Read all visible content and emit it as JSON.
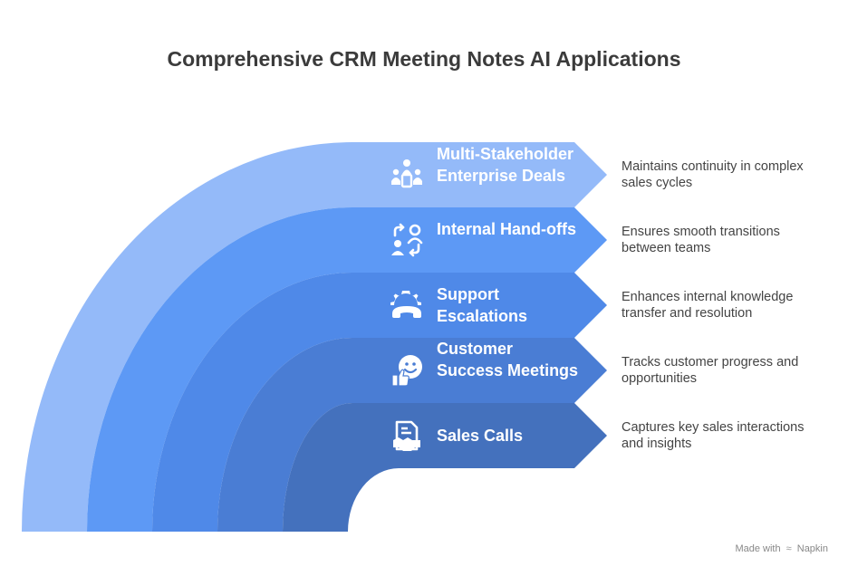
{
  "title": "Comprehensive CRM Meeting Notes AI Applications",
  "layers": [
    {
      "label": "Multi-Stakeholder Enterprise Deals",
      "description": "Maintains continuity in complex sales cycles",
      "icon": "meeting-group-icon",
      "color": "#94baf9"
    },
    {
      "label": "Internal Hand-offs",
      "description": "Ensures smooth transitions between teams",
      "icon": "handoff-users-icon",
      "color": "#5d99f5"
    },
    {
      "label": "Support Escalations",
      "description": "Enhances internal knowledge transfer and resolution",
      "icon": "support-gear-phone-icon",
      "color": "#4f89e8"
    },
    {
      "label": "Customer Success Meetings",
      "description": "Tracks customer progress and opportunities",
      "icon": "thumbs-up-smile-icon",
      "color": "#4a7dd4"
    },
    {
      "label": "Sales Calls",
      "description": "Captures key sales interactions and insights",
      "icon": "handshake-document-icon",
      "color": "#4471bd"
    }
  ],
  "footer": {
    "made_with": "Made with",
    "brand": "Napkin"
  }
}
